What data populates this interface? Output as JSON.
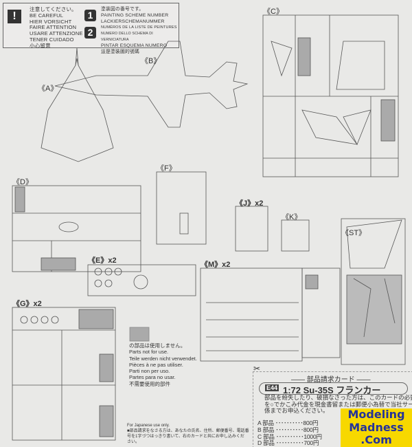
{
  "legend": {
    "caution_lines": [
      "注意してください。",
      "BE CAREFUL",
      "HIER VORSICHT",
      "FAIRE ATTENTION",
      "USARE ATTENZIONE",
      "TENER CUIDADO",
      "小心留意"
    ],
    "scheme_numbers": [
      "1",
      "2"
    ],
    "scheme_lines": [
      "塗装図の番号です。",
      "PAINTING SCHEME NUMBER",
      "LACKIERSCHEMANUMMER",
      "NUMÉROS DE LA LISTE DE PEINTURES",
      "NUMERO DELLO SCHEMA DI VERNICIATURA",
      "PINTAR ESQUEMA NUMERO",
      "這是塗裝圖的號碼"
    ]
  },
  "sprues": {
    "A": "《A》",
    "B": "《B》",
    "C": "《C》",
    "D": "《D》",
    "E": "《E》x2",
    "F": "《F》",
    "G": "《G》x2",
    "J": "《J》x2",
    "K": "《K》",
    "M": "《M》x2",
    "ST": "《ST》"
  },
  "not_for_use": [
    "の部品は使用しません。",
    "Parts not for use.",
    "Teile werden nicht verwendet.",
    "Pièces à ne pas utiliser.",
    "Parti non per uso.",
    "Partes para no usar.",
    "不需要使用的部件"
  ],
  "japan_note": [
    "For Japanese use only.",
    "■部品請求をなさる方は、あなたの氏名、住所、郵便番号、電話番",
    "号を1字づつはっきり書いて、右のカードと共にお申し込みくだ",
    "さい。"
  ],
  "card": {
    "heading": "―― 部品請求カード ――",
    "code": "E44",
    "title": "1:72 Su-35S フランカー",
    "text": [
      "部品を紛失したり、破損なさった方は、このカードの必要部品",
      "を○でかこみ代金を現金書留または郵便小為替で当社サービス",
      "係までお申込ください。"
    ],
    "prices": [
      "A 部品 ･･････････800円",
      "B 部品 ･･････････800円",
      "C 部品 ･･････････1000円",
      "D 部品 ･･････････700円"
    ]
  },
  "watermark": [
    "Modeling",
    "Madness",
    ".Com"
  ]
}
